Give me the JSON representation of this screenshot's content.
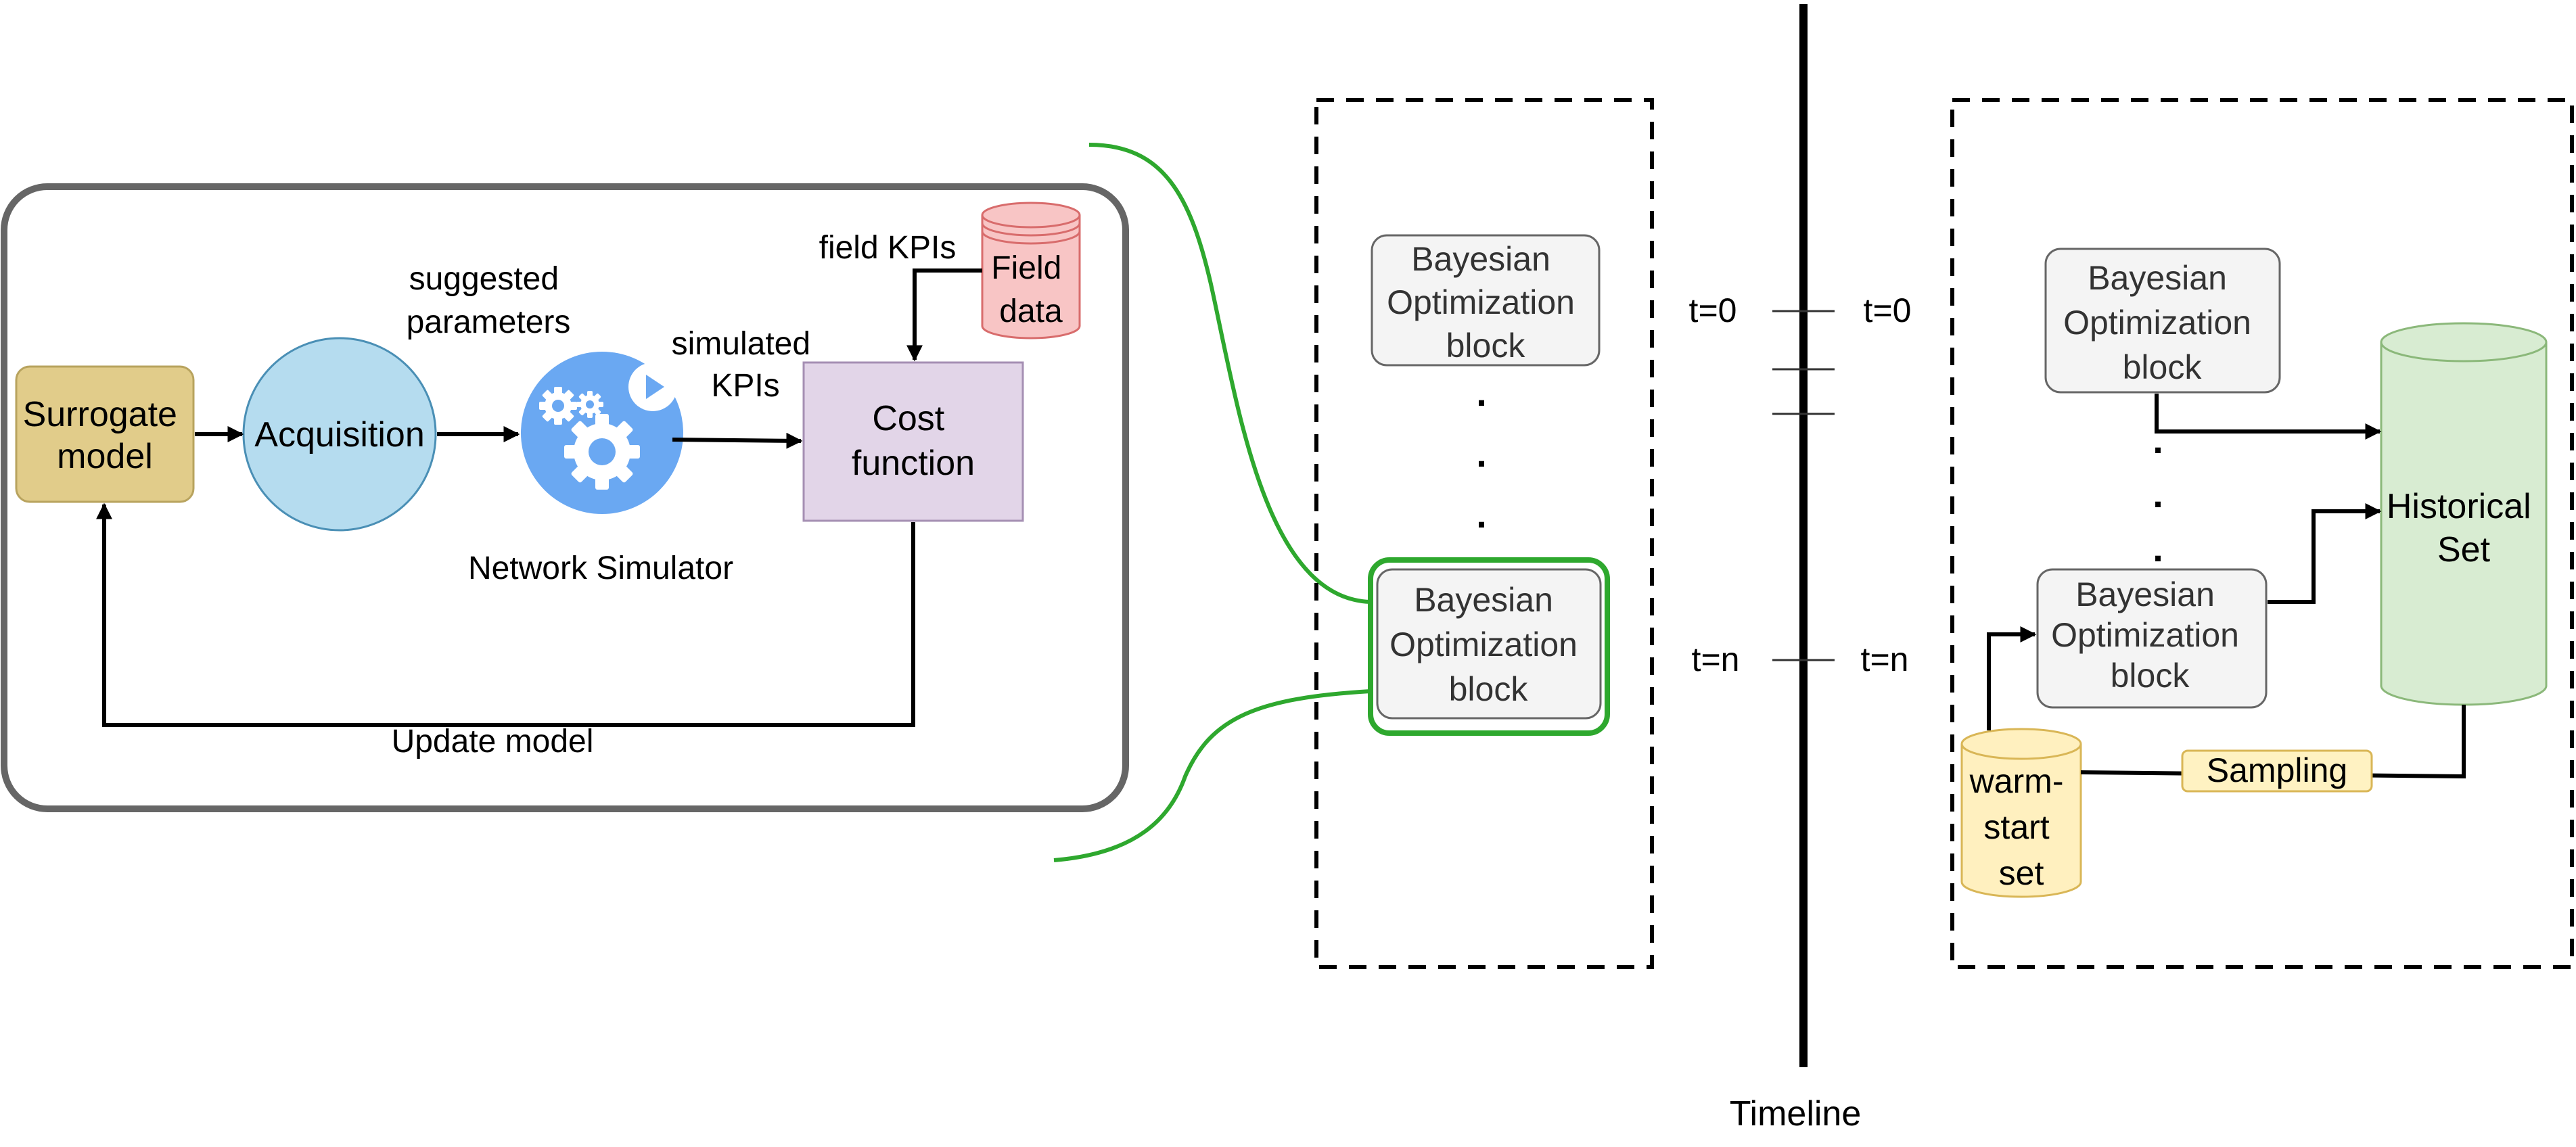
{
  "colors": {
    "surrogate_fill": "#e1cc8a",
    "surrogate_stroke": "#b8a35e",
    "acquisition_fill": "#b5dcef",
    "acquisition_stroke": "#4a8fb5",
    "cost_fill": "#e2d5e8",
    "cost_stroke": "#a58fb3",
    "field_fill": "#f8c5c5",
    "field_stroke": "#d86c6c",
    "simulator_fill": "#6aa8f2",
    "bo_fill": "#f4f4f4",
    "bo_stroke": "#666666",
    "highlight": "#2ea82e",
    "historical_fill": "#d8ecd2",
    "historical_stroke": "#8bb87a",
    "warmstart_fill": "#fff0bf",
    "warmstart_stroke": "#d9b656",
    "sampling_fill": "#fff2c2",
    "container_stroke": "#666666"
  },
  "icons": {
    "simulator": "gears-play-icon",
    "database": "cylinder-database-icon"
  },
  "left_panel": {
    "surrogate_lines": [
      "Surrogate",
      "model"
    ],
    "acquisition": "Acquisition",
    "suggested_lines": [
      "suggested",
      "parameters"
    ],
    "simulated_lines": [
      "simulated",
      "KPIs"
    ],
    "field_kpis": "field KPIs",
    "field_data_lines": [
      "Field",
      "data"
    ],
    "cost_lines": [
      "Cost",
      "function"
    ],
    "network_simulator": "Network Simulator",
    "update_model": "Update model"
  },
  "middle_panel": {
    "bo_top_lines": [
      "Bayesian",
      "Optimization",
      "block"
    ],
    "dots": [
      ".",
      ".",
      "."
    ],
    "bo_bottom_lines": [
      "Bayesian",
      "Optimization",
      "block"
    ]
  },
  "timeline": {
    "label": "Timeline",
    "t0_left": "t=0",
    "t0_right": "t=0",
    "tn_left": "t=n",
    "tn_right": "t=n"
  },
  "right_panel": {
    "bo_top_lines": [
      "Bayesian",
      "Optimization",
      "block"
    ],
    "dots": [
      ".",
      ".",
      "."
    ],
    "bo_bottom_lines": [
      "Bayesian",
      "Optimization",
      "block"
    ],
    "historical_lines": [
      "Historical",
      "Set"
    ],
    "warmstart_lines": [
      "warm-",
      "start",
      "set"
    ],
    "sampling": "Sampling"
  }
}
